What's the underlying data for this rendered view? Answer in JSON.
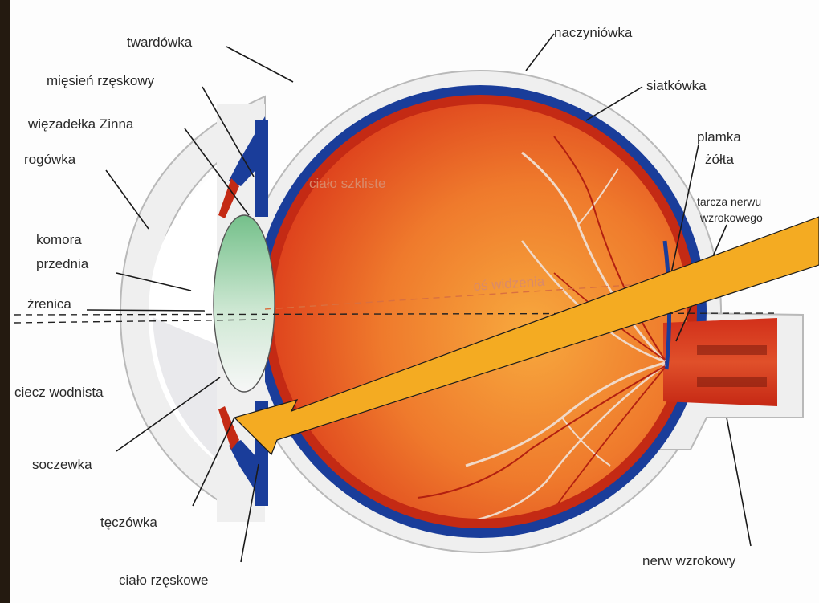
{
  "labels": {
    "twardowka": "twardówka",
    "miesien_rzeskowy": "mięsień rzęskowy",
    "wiezadelka_zinna": "więzadełka Zinna",
    "rogowka": "rogówka",
    "komora_line1": "komora",
    "komora_line2": "przednia",
    "zrenica": "źrenica",
    "ciecz_wodnista": "ciecz wodnista",
    "soczewka": "soczewka",
    "teczowka": "tęczówka",
    "cialo_rzeskowe": "ciało rzęskowe",
    "naczyniowka": "naczyniówka",
    "siatkowka": "siatkówka",
    "plamka_line1": "plamka",
    "plamka_line2": "żółta",
    "tarcza_line1": "tarcza nerwu",
    "tarcza_line2": "wzrokowego",
    "nerw_wzrokowy": "nerw wzrokowy",
    "cialo_szkliste": "ciało szkliste",
    "os_widzenia": "oś widzenia"
  },
  "colors": {
    "background_frame": "#241a10",
    "page": "#fdfdfd",
    "sclera": "#efefef",
    "choroid": "#1a3d9a",
    "retina": "#c42a14",
    "vitreous_center": "#f6a23c",
    "vitreous_edge": "#e44e20",
    "lens_top": "#7cc28e",
    "lens_bottom": "#f4f4f4",
    "arrow": "#f4ab22"
  },
  "icons": {
    "pointer": "arrow-icon"
  }
}
